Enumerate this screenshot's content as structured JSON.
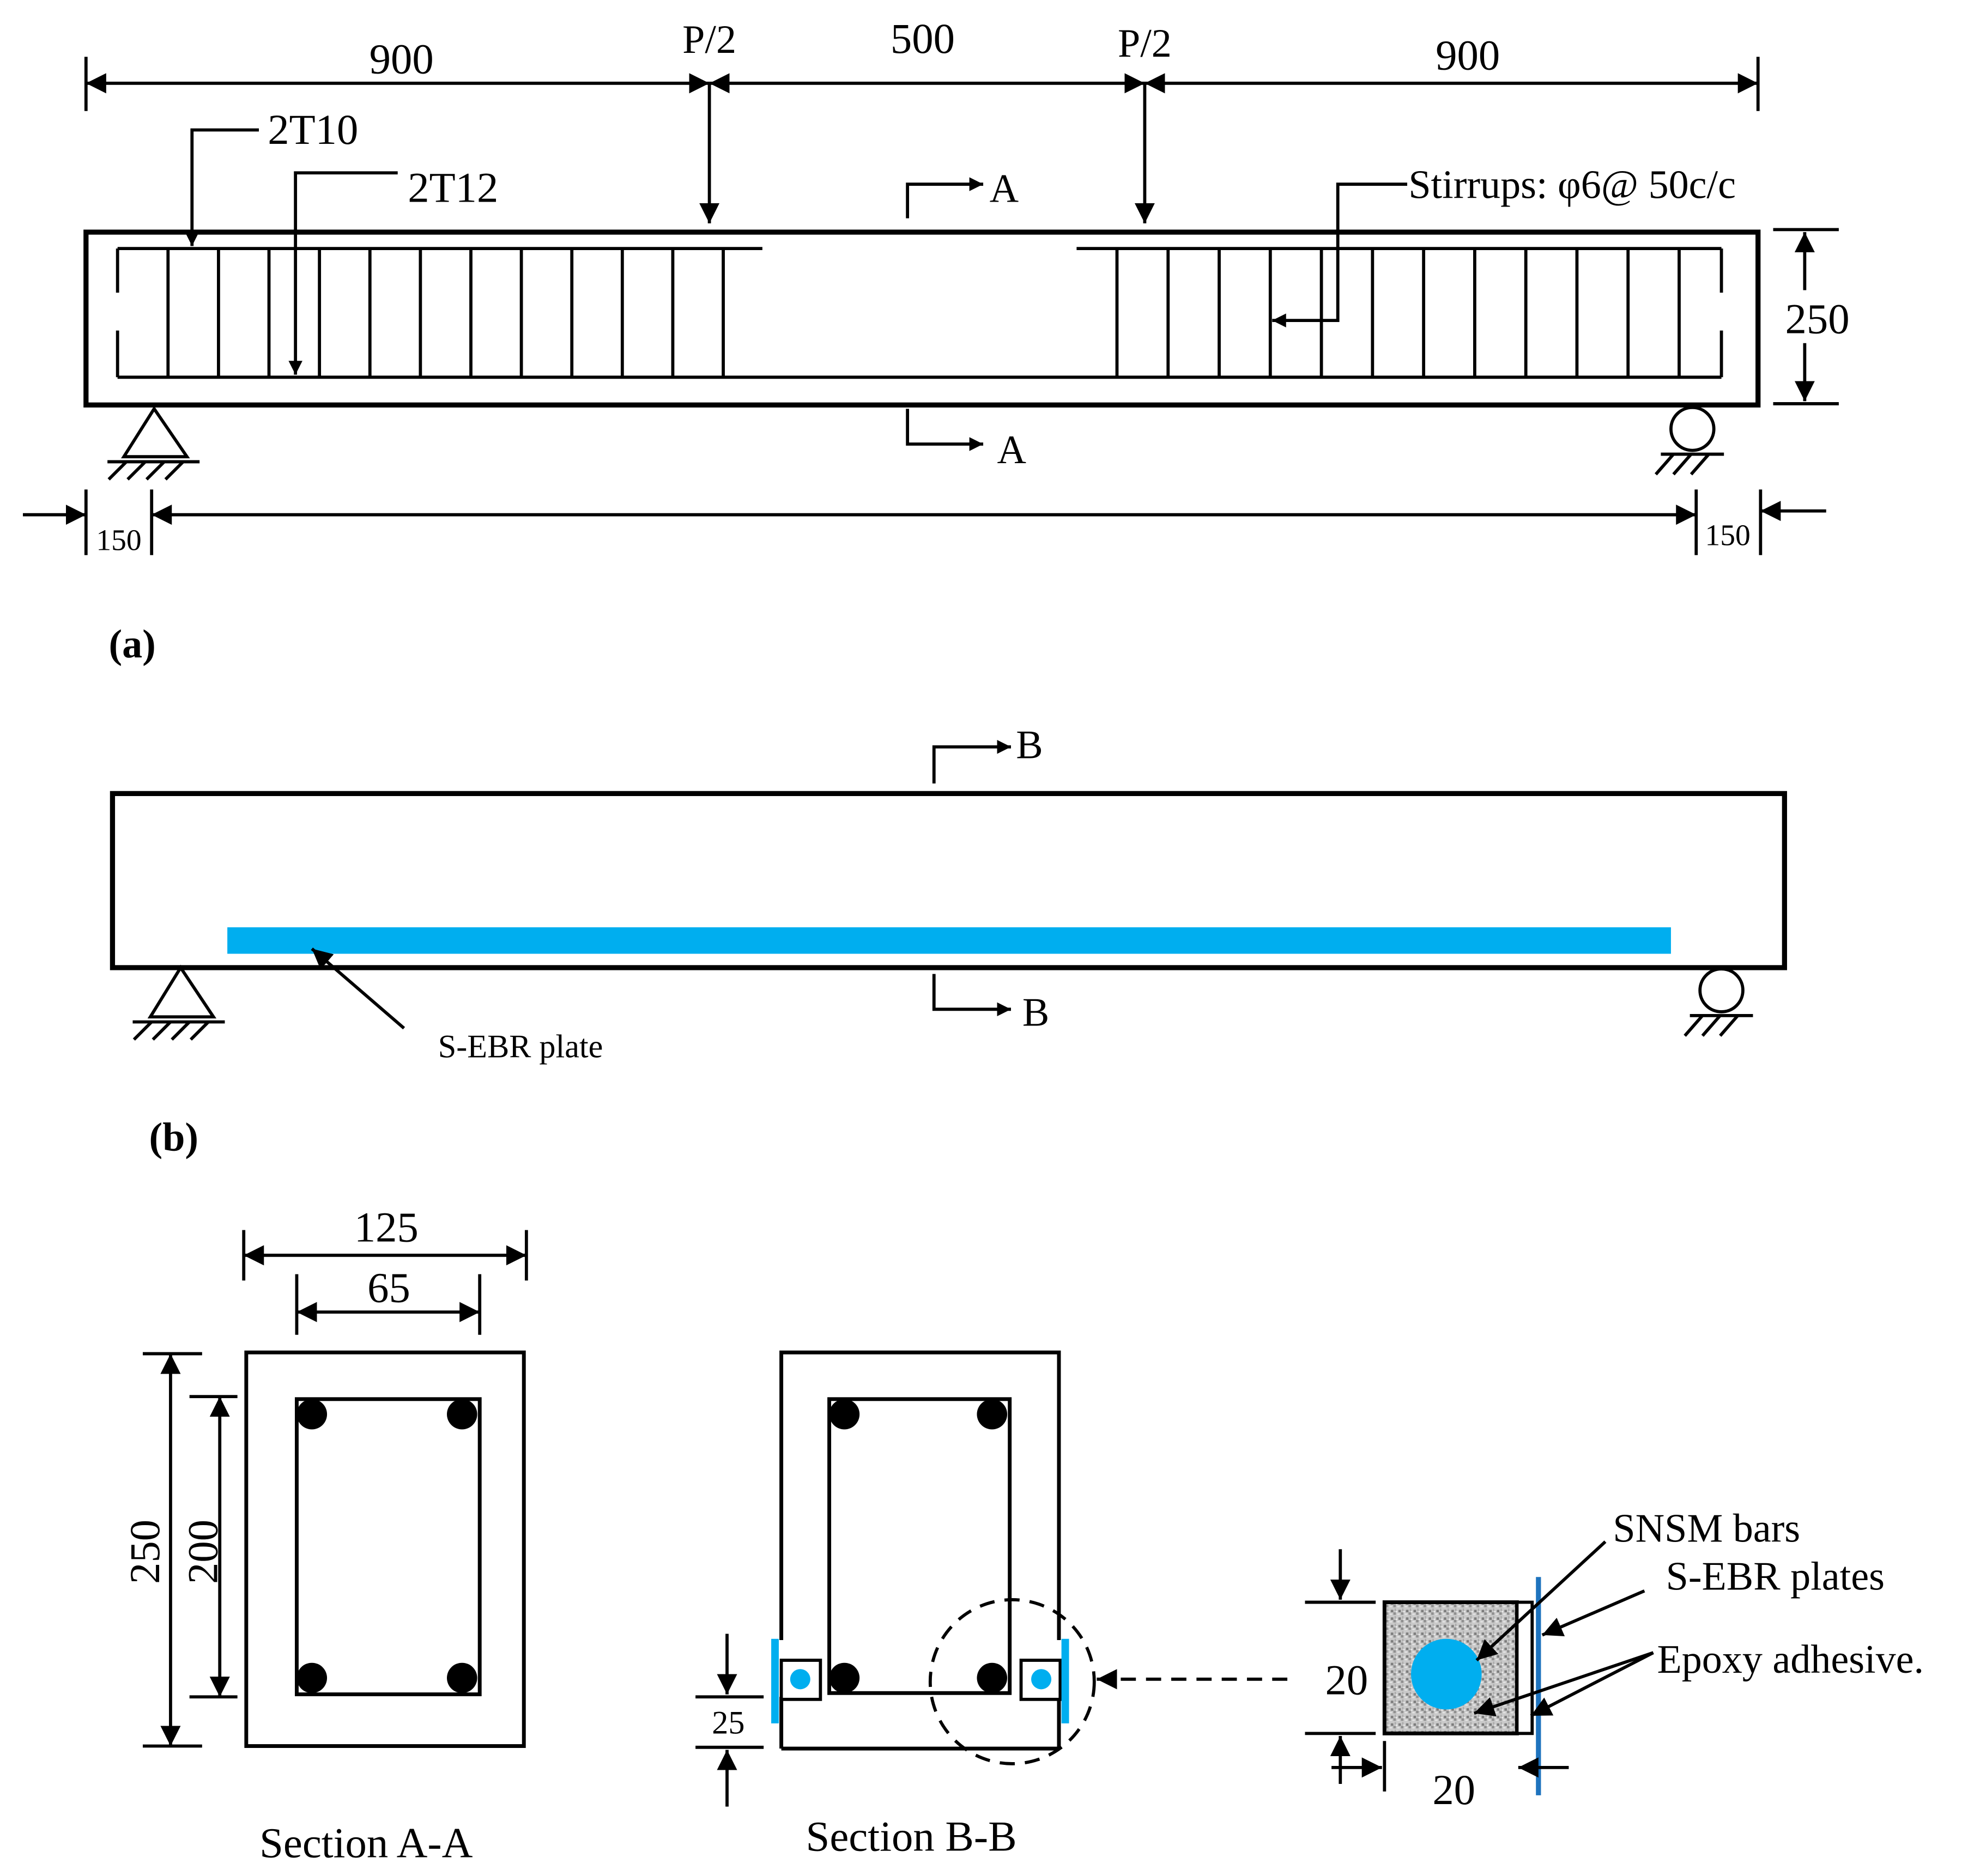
{
  "panel_labels": {
    "a": "a",
    "b": "b",
    "open": "(",
    "close": ")"
  },
  "beam_a": {
    "dim_left": "900",
    "load_left": "P/2",
    "dim_middle": "500",
    "load_right": "P/2",
    "dim_right": "900",
    "bar_top": "2T10",
    "bar_bottom": "2T12",
    "stirrups": "Stirrups: φ6@ 50c/c",
    "section_mark": "A",
    "height": "250",
    "support_left": "150",
    "support_right": "150"
  },
  "beam_b": {
    "section_mark": "B",
    "plate_label": "S-EBR plate",
    "plate_color": "#00aeef"
  },
  "section_aa": {
    "title": "Section A-A",
    "width_outer": "125",
    "width_inner": "65",
    "height_outer": "250",
    "height_inner": "200"
  },
  "section_bb": {
    "title": "Section B-B",
    "cover": "25"
  },
  "detail": {
    "height": "20",
    "width": "20",
    "label_bars": "SNSM bars",
    "label_plates": "S-EBR plates",
    "label_epoxy": "Epoxy adhesive.",
    "bar_color": "#00aeef",
    "plate_color": "#1e73be"
  }
}
